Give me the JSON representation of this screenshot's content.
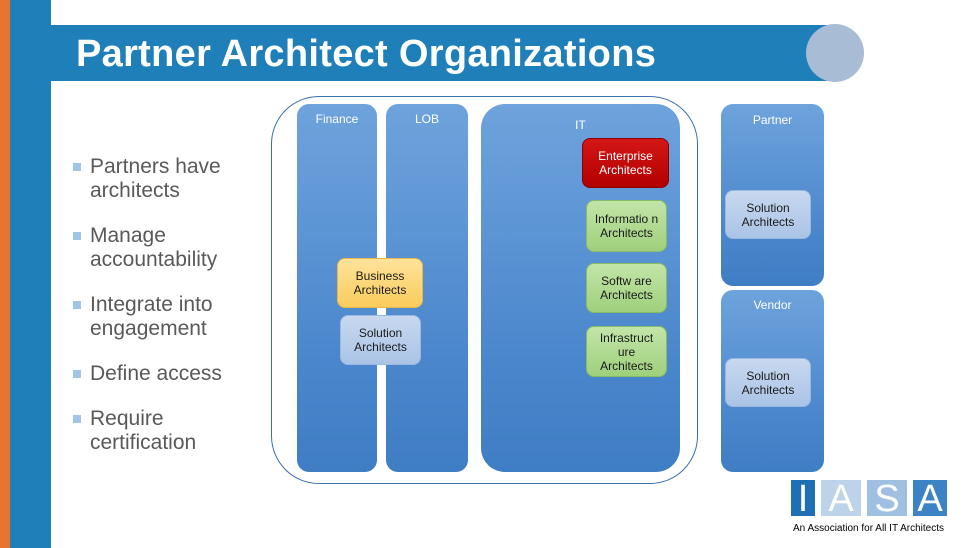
{
  "title": "Partner Architect Organizations",
  "colors": {
    "accent_blue": "#1f7fb9",
    "accent_orange": "#e8742f",
    "enterprise_red": "#c00000"
  },
  "bullets": [
    "Partners have architects",
    "Manage accountability",
    "Integrate into engagement",
    "Define access",
    "Require certification"
  ],
  "diagram": {
    "columns": {
      "finance": "Finance",
      "lob": "LOB",
      "it": "IT",
      "partner": "Partner",
      "vendor": "Vendor"
    },
    "boxes": {
      "business_architects": "Business Architects",
      "lob_solution_architects": "Solution Architects",
      "enterprise_architects": "Enterprise Architects",
      "information_architects": "Informatio n Architects",
      "software_architects": "Softw are Architects",
      "infrastructure_architects": "Infrastruct ure Architects",
      "partner_solution_architects": "Solution Architects",
      "vendor_solution_architects": "Solution Architects"
    }
  },
  "logo": {
    "letters": "IASA",
    "tagline": "An Association for All IT Architects"
  }
}
